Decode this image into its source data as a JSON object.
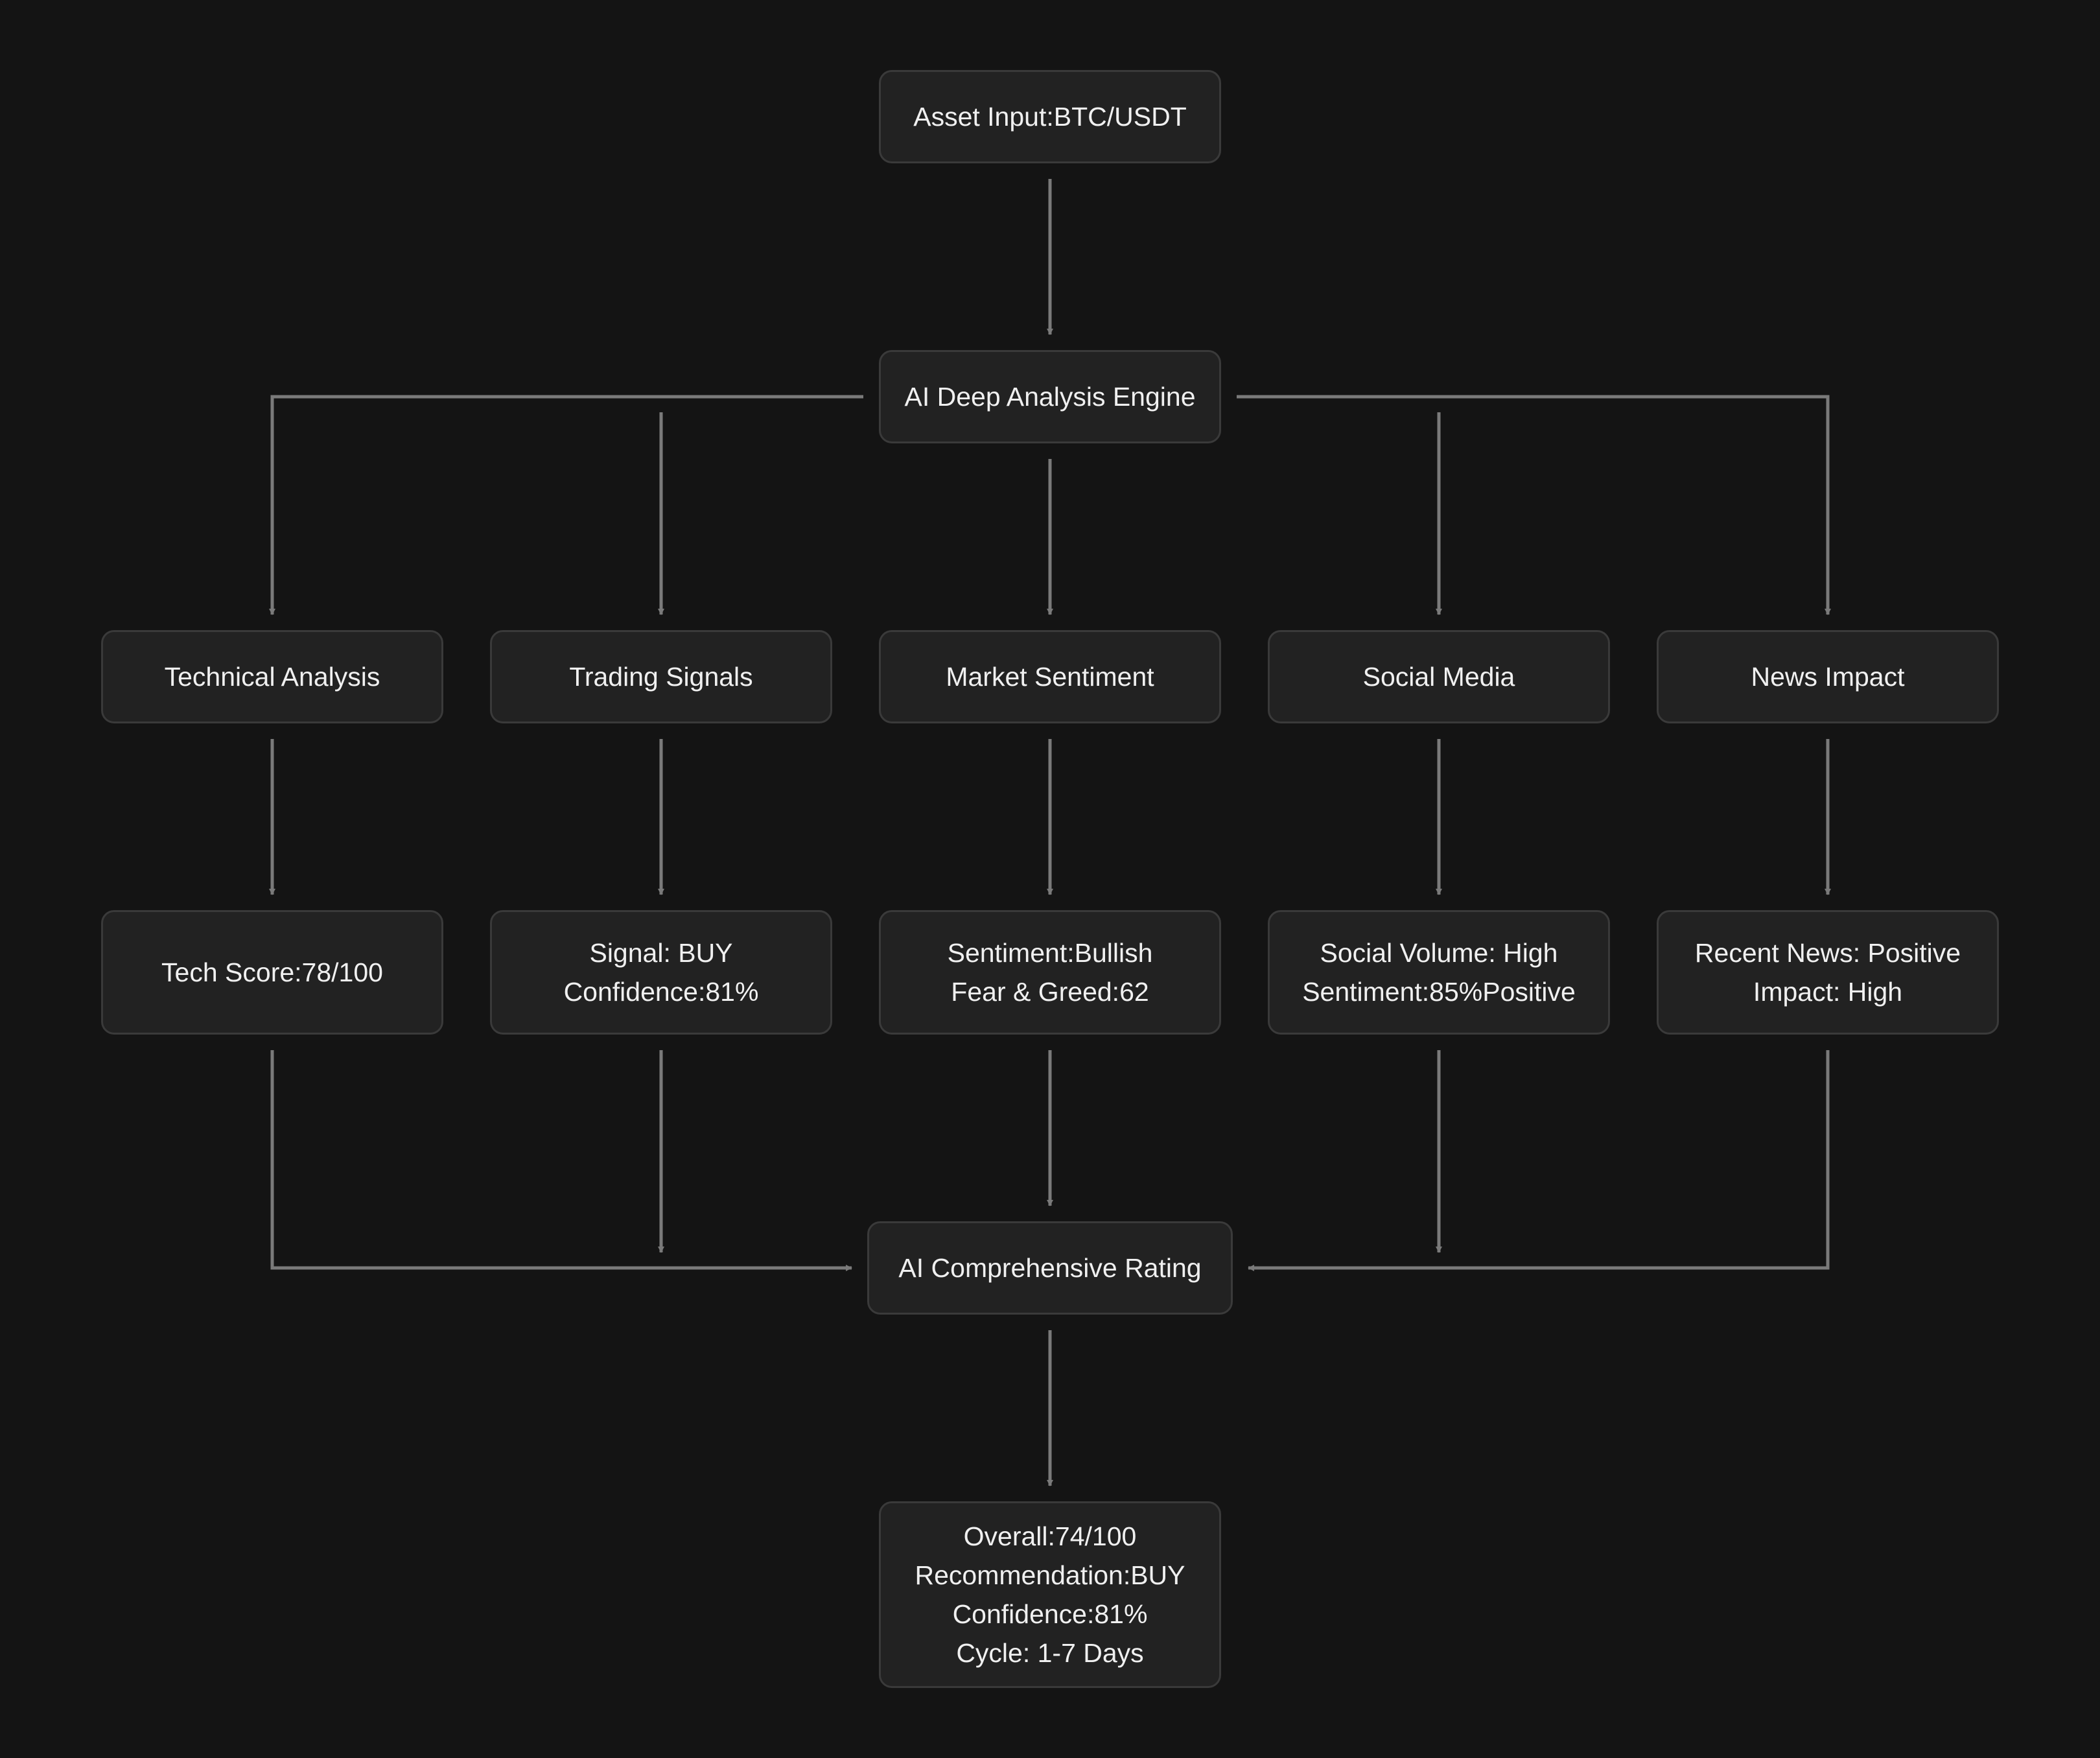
{
  "diagram": {
    "input": {
      "label": "Asset Input:BTC/USDT"
    },
    "engine": {
      "label": "AI Deep Analysis Engine"
    },
    "modules": [
      {
        "label": "Technical Analysis"
      },
      {
        "label": "Trading Signals"
      },
      {
        "label": "Market Sentiment"
      },
      {
        "label": "Social Media"
      },
      {
        "label": "News Impact"
      }
    ],
    "results": [
      {
        "lines": [
          "Tech Score:78/100"
        ]
      },
      {
        "lines": [
          "Signal: BUY",
          "Confidence:81%"
        ]
      },
      {
        "lines": [
          "Sentiment:Bullish",
          "Fear & Greed:62"
        ]
      },
      {
        "lines": [
          "Social Volume: High",
          "Sentiment:85%Positive"
        ]
      },
      {
        "lines": [
          "Recent News: Positive",
          "Impact: High"
        ]
      }
    ],
    "rating": {
      "label": "AI Comprehensive Rating"
    },
    "final": {
      "lines": [
        "Overall:74/100",
        "Recommendation:BUY",
        "Confidence:81%",
        "Cycle: 1-7 Days"
      ]
    }
  },
  "colors": {
    "background": "#141414",
    "node_fill": "#222222",
    "node_border": "#3a3a3a",
    "text": "#f0f0f0",
    "arrow": "#7a7a7a"
  }
}
